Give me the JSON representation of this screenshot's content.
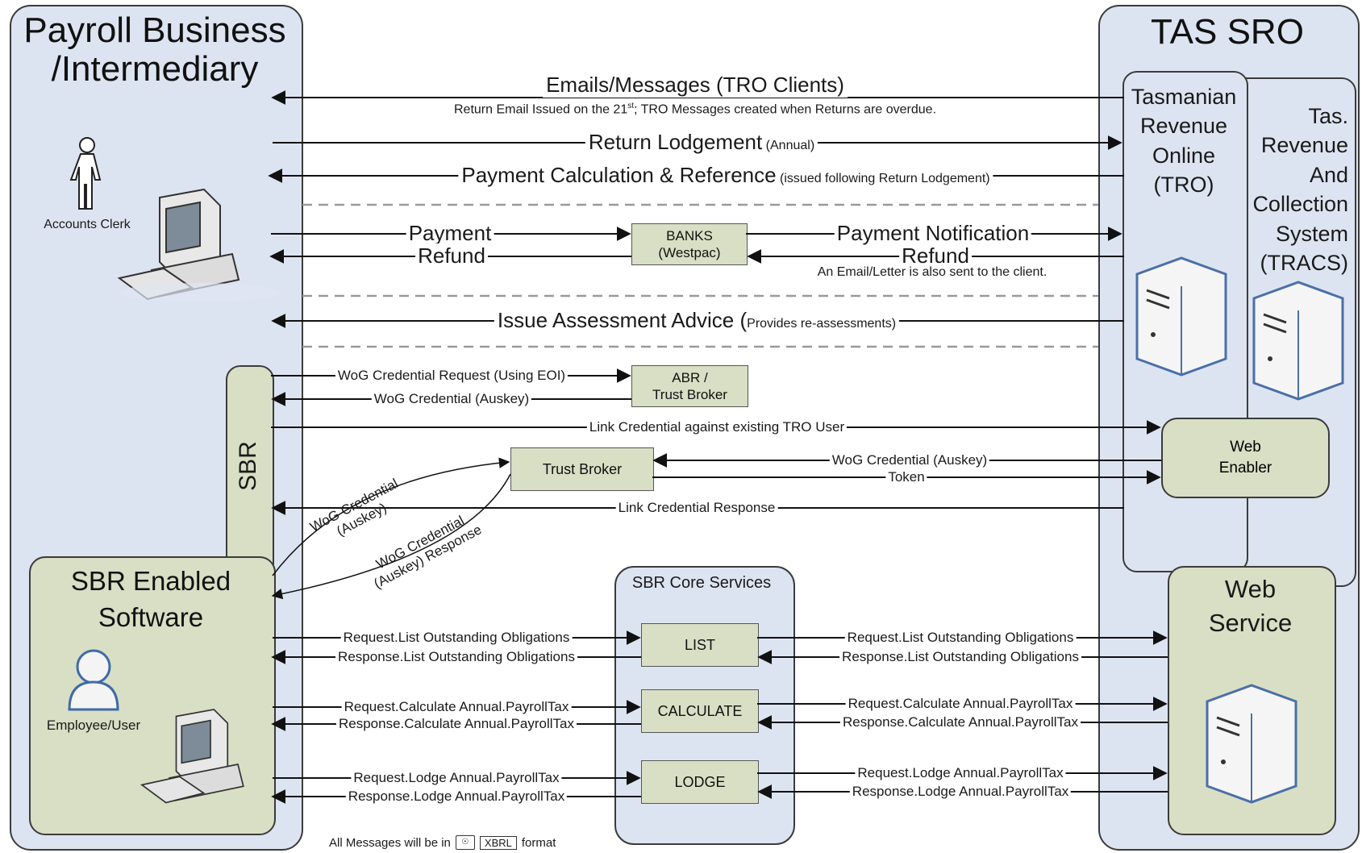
{
  "left_panel": {
    "title_line1": "Payroll Business",
    "title_line2": "/Intermediary",
    "clerk_label": "Accounts Clerk"
  },
  "right_panel": {
    "title": "TAS SRO"
  },
  "tro_box": {
    "label": "Tasmanian\nRevenue\nOnline\n(TRO)"
  },
  "tracs_box": {
    "label": "Tas.\nRevenue\nAnd\nCollection\nSystem\n(TRACS)"
  },
  "web_enabler": {
    "label": "Web\nEnabler"
  },
  "web_service": {
    "label": "Web\nService"
  },
  "sbr_bar": {
    "label": "SBR"
  },
  "sbr_software": {
    "title_line1": "SBR Enabled",
    "title_line2": "Software",
    "user_label": "Employee/User"
  },
  "core_services": {
    "title": "SBR Core Services",
    "list": "LIST",
    "calculate": "CALCULATE",
    "lodge": "LODGE"
  },
  "banks": {
    "label": "BANKS\n(Westpac)"
  },
  "abr": {
    "label": "ABR /\nTrust Broker"
  },
  "trust_broker": {
    "label": "Trust Broker"
  },
  "flows": {
    "emails": "Emails/Messages (TRO Clients)",
    "emails_sub_a": "Return Email Issued on the 21",
    "emails_sub_sup": "st",
    "emails_sub_b": "; TRO Messages created when Returns are overdue.",
    "return_lodgement": "Return Lodgement",
    "return_lodgement_note": "(Annual)",
    "payment_calc": "Payment Calculation & Reference",
    "payment_calc_note": "(issued following Return Lodgement)",
    "payment": "Payment",
    "refund": "Refund",
    "payment_notification": "Payment Notification",
    "refund_right": "Refund",
    "refund_note": "An Email/Letter is also sent to the client.",
    "assessment": "Issue Assessment Advice (",
    "assessment_note": "Provides re-assessments)",
    "wog_request": "WoG Credential Request (Using EOI)",
    "wog_credential": "WoG Credential (Auskey)",
    "link_credential": "Link Credential against existing TRO User",
    "wog_credential_right": "WoG Credential (Auskey)",
    "token": "Token",
    "link_response": "Link Credential Response",
    "curve_up_line1": "WoG Credential",
    "curve_up_line2": "(Auskey)",
    "curve_down_line1": "WoG Credential",
    "curve_down_line2": "(Auskey) Response",
    "req_list": "Request.List Outstanding Obligations",
    "resp_list": "Response.List Outstanding Obligations",
    "req_calc": "Request.Calculate Annual.PayrollTax",
    "resp_calc": "Response.Calculate Annual.PayrollTax",
    "req_lodge": "Request.Lodge Annual.PayrollTax",
    "resp_lodge": "Response.Lodge Annual.PayrollTax"
  },
  "footer": {
    "text_a": "All Messages will be in",
    "xbrl": "XBRL",
    "text_b": "format"
  }
}
